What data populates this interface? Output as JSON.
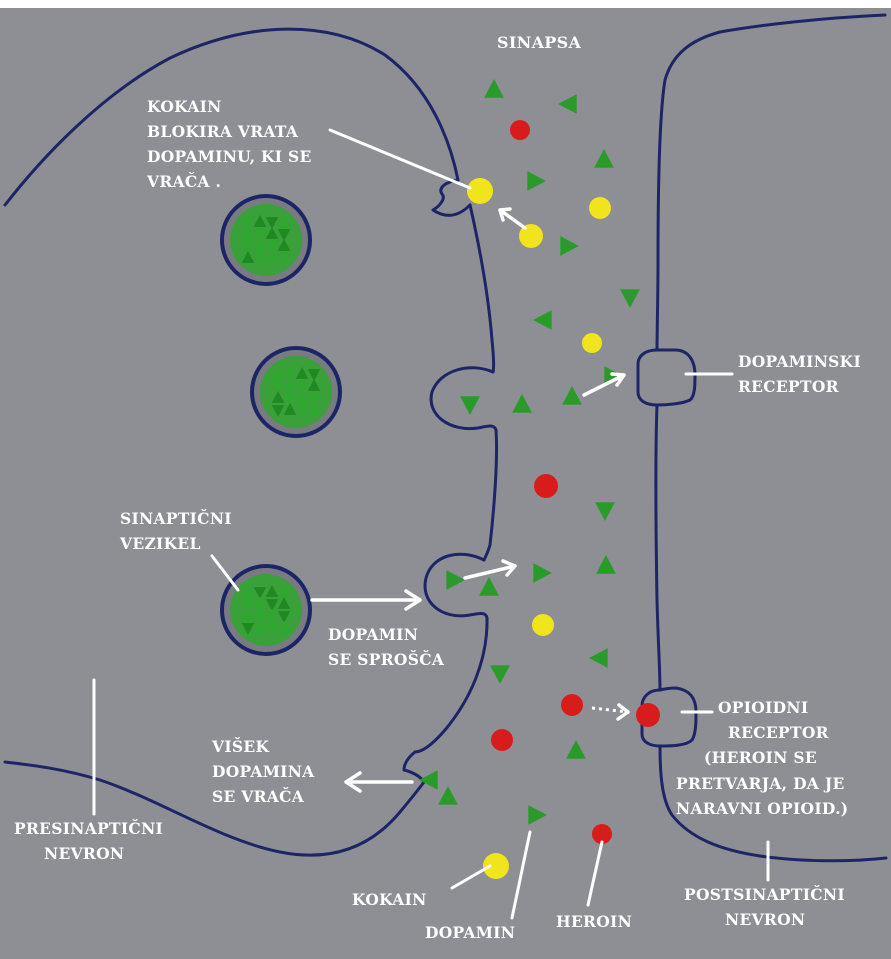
{
  "labels": {
    "synapse": "SINAPSA",
    "cocaine_blocks": [
      "KOKAIN",
      "BLOKIRA VRATA",
      "DOPAMINU, KI SE",
      "VRAČA ."
    ],
    "dopamine_receptor": [
      "DOPAMINSKI",
      "RECEPTOR"
    ],
    "synaptic_vesicle": [
      "SINAPTIČNI",
      "VEZIKEL"
    ],
    "dopamine_released": [
      "DOPAMIN",
      "SE SPROŠČA"
    ],
    "opioid_receptor": [
      "OPIOIDNI",
      "RECEPTOR",
      "(HEROIN SE",
      "PRETVARJA, DA JE",
      "NARAVNI OPIOID.)"
    ],
    "excess_dopamine": [
      "VIŠEK",
      "DOPAMINA",
      "SE VRAČA"
    ],
    "presynaptic": [
      "PRESINAPTIČNI",
      "NEVRON"
    ],
    "postsynaptic": [
      "POSTSINAPTIČNI",
      "NEVRON"
    ],
    "cocaine": "KOKAIN",
    "dopamine": "DOPAMIN",
    "heroin": "HEROIN"
  },
  "colors": {
    "background": "#8e8f95",
    "membrane": "#1d2566",
    "dopamine": "#2a9b2a",
    "cocaine": "#f2e41c",
    "heroin": "#d81c1c",
    "label": "#ffffff"
  }
}
